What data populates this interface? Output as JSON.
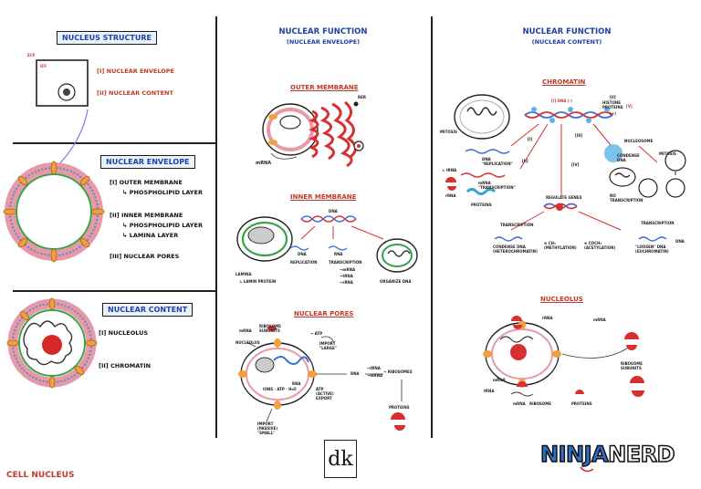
{
  "left": {
    "structure_title": "NUCLEUS STRUCTURE",
    "ecf": "ECF",
    "icf": "ICF",
    "item1": "[I] NUCLEAR ENVELOPE",
    "item2": "[II] NUCLEAR CONTENT",
    "envelope_title": "NUCLEAR ENVELOPE",
    "env_items": [
      "[I] OUTER MEMBRANE",
      "↳ PHOSPHOLIPID LAYER",
      "[II] INNER MEMBRANE",
      "↳ PHOSPHOLIPID LAYER",
      "↳ LAMINA LAYER",
      "[III] NUCLEAR PORES"
    ],
    "content_title": "NUCLEAR CONTENT",
    "content_items": [
      "[I] NUCLEOLUS",
      "[II] CHROMATIN"
    ],
    "footer": "CELL NUCLEUS"
  },
  "middle": {
    "title_line1": "NUCLEAR FUNCTION",
    "title_line2": "(NUCLEAR ENVELOPE)",
    "outer_membrane": "OUTER MEMBRANE",
    "rer": "RER",
    "mrna": "mRNA",
    "inner_membrane": "INNER MEMBRANE",
    "dna": "DNA",
    "dna_small": "DNA",
    "replication": "REPLICATION",
    "rna": "RNA",
    "transcription": "TRANSCRIPTION",
    "rna_list": [
      "→mRNA",
      "→tRNA",
      "→rRNA"
    ],
    "organize_dna": "ORGANIZE DNA",
    "lamina": "LAMINA",
    "lamin_proteins": "↳ LAMIN PROTEIN",
    "nuclear_pores": "NUCLEAR PORES",
    "np_labels": [
      "mRNA",
      "NUCLEOLUS",
      "RIBOSOME SUBUNITS",
      "→ ATP",
      "IMPORT \"LARGE\"",
      "RNA",
      "→tRNA",
      "→mRNA",
      "→ RIBOSOMES",
      "PROTEINS",
      "ATP (ACTIVE) EXPORT",
      "IMPORT (PASSIVE) \"SMALL\"",
      "RNA",
      "IONS · ATP · H₂O"
    ]
  },
  "right": {
    "title_line1": "NUCLEAR FUNCTION",
    "title_line2": "(NUCLEAR CONTENT)",
    "chromatin": "CHROMATIN",
    "chromatin_labels": [
      "[I] DNA (-)",
      "[II]",
      "HISTONE PROTEINS",
      "(+)",
      "[V]",
      "MITOSIS",
      "[I]",
      "[II]",
      "[III]",
      "[IV]",
      "DNA \"REPLICATION\"",
      "mRNA \"TRANSCRIPTION\"",
      "↳ tRNA",
      "rRNA",
      "PROTEINS",
      "NUCLEOSOME",
      "CONDENSE DNA",
      "NO TRANSCRIPTION",
      "MITOSIS",
      "REGULATE GENES",
      "TRANSCRIPTION",
      "CONDENSE DNA (HETEROCHROMATIN)",
      "⊕ CH₃ (METHYLATION)",
      "⊕ COCH₃ (ACETYLATION)",
      "TRANSCRIPTION",
      "\"LOOSEN\" DNA (EUCHROMATIN)",
      "DNA"
    ],
    "nucleolus": "NUCLEOLUS",
    "nucleolus_labels": [
      "rRNA",
      "RIBOSOME SUBUNITS",
      "mRNA",
      "tRNA",
      "mRNA",
      "RIBOSOME",
      "PROTEINS"
    ]
  },
  "logo_dk": "dk",
  "logo_ninja": "NINJA",
  "logo_nerd": "NERD",
  "colors": {
    "heading_blue": "#1e3fa8",
    "accent_red": "#c0392b",
    "membrane_pink": "#e79aa6",
    "membrane_blue": "#5b8ac8",
    "pore_orange": "#f0a040",
    "lamina_green": "#3aa24a",
    "logo_blue": "#2f6fc4"
  }
}
